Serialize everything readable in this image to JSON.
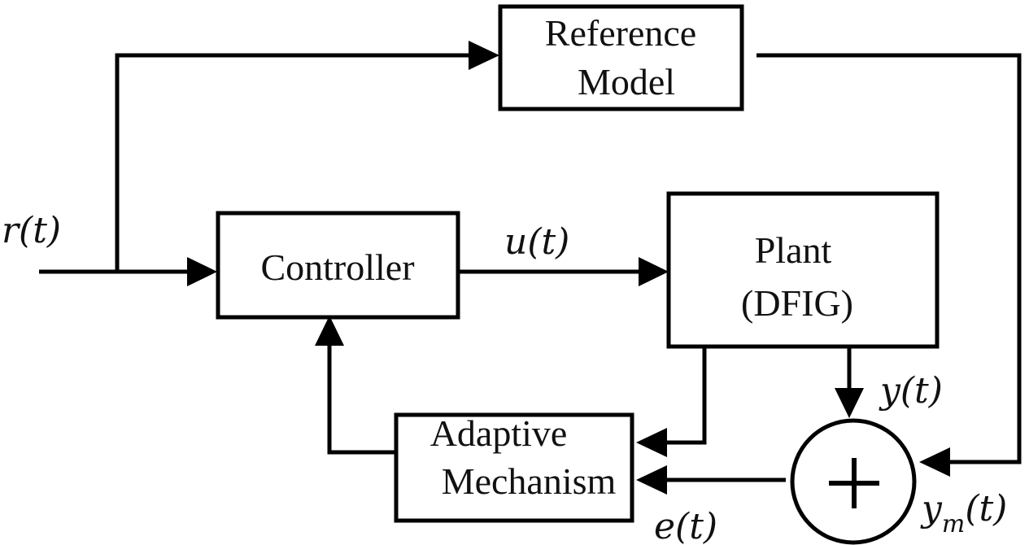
{
  "blocks": {
    "reference_model": {
      "line1": "Reference",
      "line2": "Model"
    },
    "controller": {
      "label": "Controller"
    },
    "plant": {
      "line1": "Plant",
      "line2": "(DFIG)"
    },
    "adaptive_mechanism": {
      "line1": "Adaptive",
      "line2": "Mechanism"
    },
    "summing_junction": {
      "symbol": "+"
    }
  },
  "signals": {
    "reference_input": "r(t)",
    "control_signal": "u(t)",
    "plant_output": "y(t)",
    "model_output_base": "y",
    "model_output_sub": "m",
    "model_output_arg": "(t)",
    "error": "e(t)"
  },
  "colors": {
    "stroke": "#000000",
    "background": "#ffffff"
  }
}
